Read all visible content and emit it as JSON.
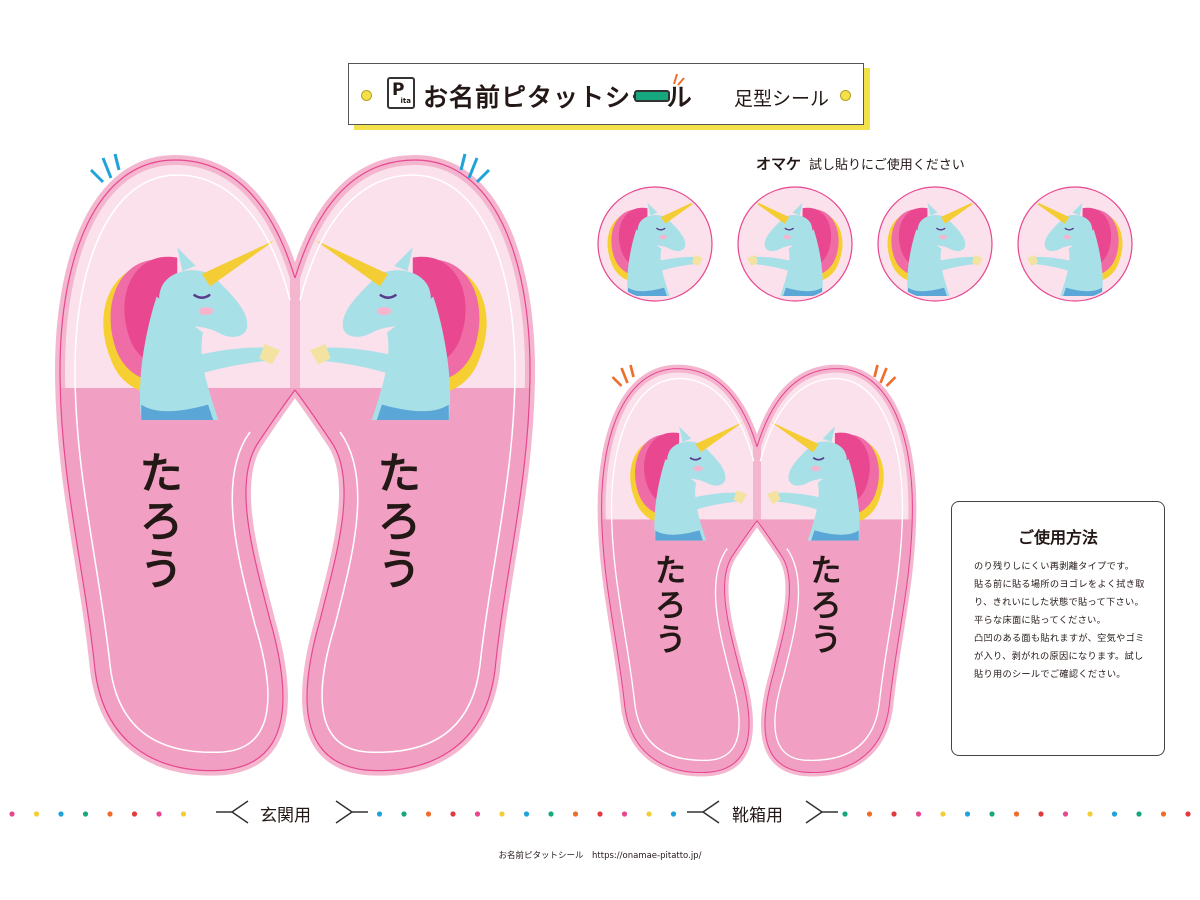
{
  "header": {
    "logo_text": "P",
    "logo_small": "ita",
    "brand": "お名前ピタットシー ル",
    "subtitle": "足型シール"
  },
  "name": "たろう",
  "omake": {
    "label": "オマケ",
    "caption": "試し貼りにご使用ください"
  },
  "howto": {
    "title": "ご使用方法",
    "lines": [
      "のり残りしにくい再剥離タイプです。",
      "貼る前に貼る場所のヨゴレをよく拭き取り、きれいにした状態で貼って下さい。",
      "平らな床面に貼ってください。",
      "凸凹のある面も貼れますが、空気やゴミが入り、剥がれの原因になります。試し貼り用のシールでご確認ください。"
    ]
  },
  "labels": {
    "entrance": "玄関用",
    "shoebox": "靴箱用"
  },
  "footer": "お名前ピタットシール　https://onamae-pitatto.jp/",
  "colors": {
    "pink_light": "#fbe1ec",
    "pink_mid": "#f1a0c3",
    "pink_border": "#e8468f",
    "mane_pink": "#e9478f",
    "mane_yellow": "#f6d032",
    "unicorn": "#a8e0e8",
    "horn": "#f4cd34",
    "accent_blue": "#1fa3d9",
    "accent_orange": "#ee6d2a"
  },
  "dot_colors": [
    "#e8468f",
    "#f4cd34",
    "#1fa3d9",
    "#16a77e",
    "#ee6d2a",
    "#e23a3a"
  ]
}
